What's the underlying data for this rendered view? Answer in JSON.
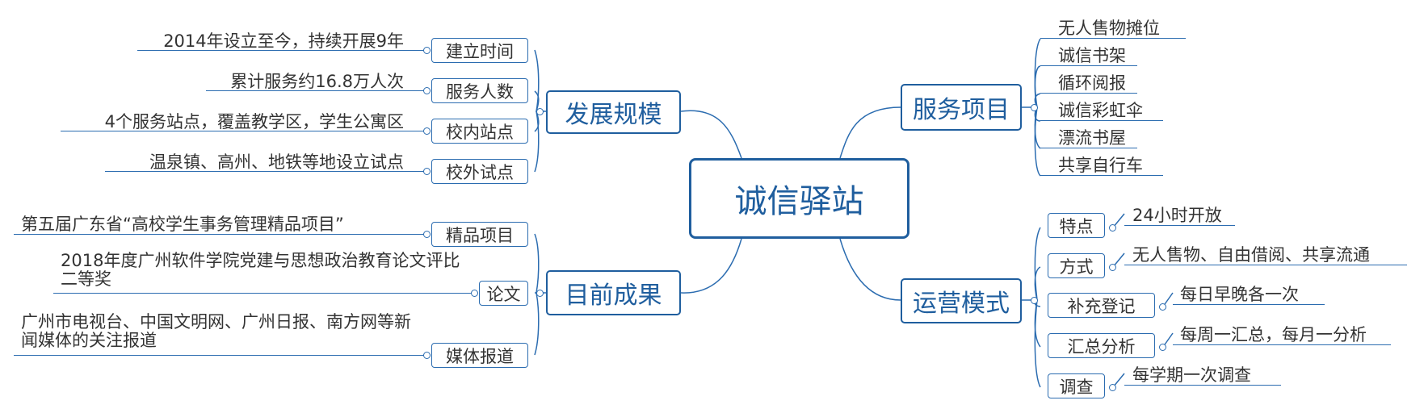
{
  "root": {
    "label": "诚信驿站"
  },
  "branches": {
    "development": {
      "label": "发展规模",
      "items": [
        {
          "label": "建立时间",
          "detail": "2014年设立至今，持续开展9年"
        },
        {
          "label": "服务人数",
          "detail": "累计服务约16.8万人次"
        },
        {
          "label": "校内站点",
          "detail": "4个服务站点，覆盖教学区，学生公寓区"
        },
        {
          "label": "校外试点",
          "detail": "温泉镇、高州、地铁等地设立试点"
        }
      ]
    },
    "achievements": {
      "label": "目前成果",
      "items": [
        {
          "label": "精品项目",
          "detail": "第五届广东省“高校学生事务管理精品项目”"
        },
        {
          "label": "论文",
          "detail": "2018年度广州软件学院党建与思想政治教育论文评比二等奖"
        },
        {
          "label": "媒体报道",
          "detail": "广州市电视台、中国文明网、广州日报、南方网等新闻媒体的关注报道"
        }
      ]
    },
    "services": {
      "label": "服务项目",
      "items": [
        {
          "label": "无人售物摊位"
        },
        {
          "label": "诚信书架"
        },
        {
          "label": "循环阅报"
        },
        {
          "label": "诚信彩虹伞"
        },
        {
          "label": "漂流书屋"
        },
        {
          "label": "共享自行车"
        }
      ]
    },
    "operations": {
      "label": "运营模式",
      "items": [
        {
          "label": "特点",
          "detail": "24小时开放"
        },
        {
          "label": "方式",
          "detail": "无人售物、自由借阅、共享流通"
        },
        {
          "label": "补充登记",
          "detail": "每日早晚各一次"
        },
        {
          "label": "汇总分析",
          "detail": "每周一汇总，每月一分析"
        },
        {
          "label": "调查",
          "detail": "每学期一次调查"
        }
      ]
    }
  },
  "colors": {
    "line": "#2b6cb0",
    "border": "#1f5e9e",
    "text": "#333333"
  }
}
